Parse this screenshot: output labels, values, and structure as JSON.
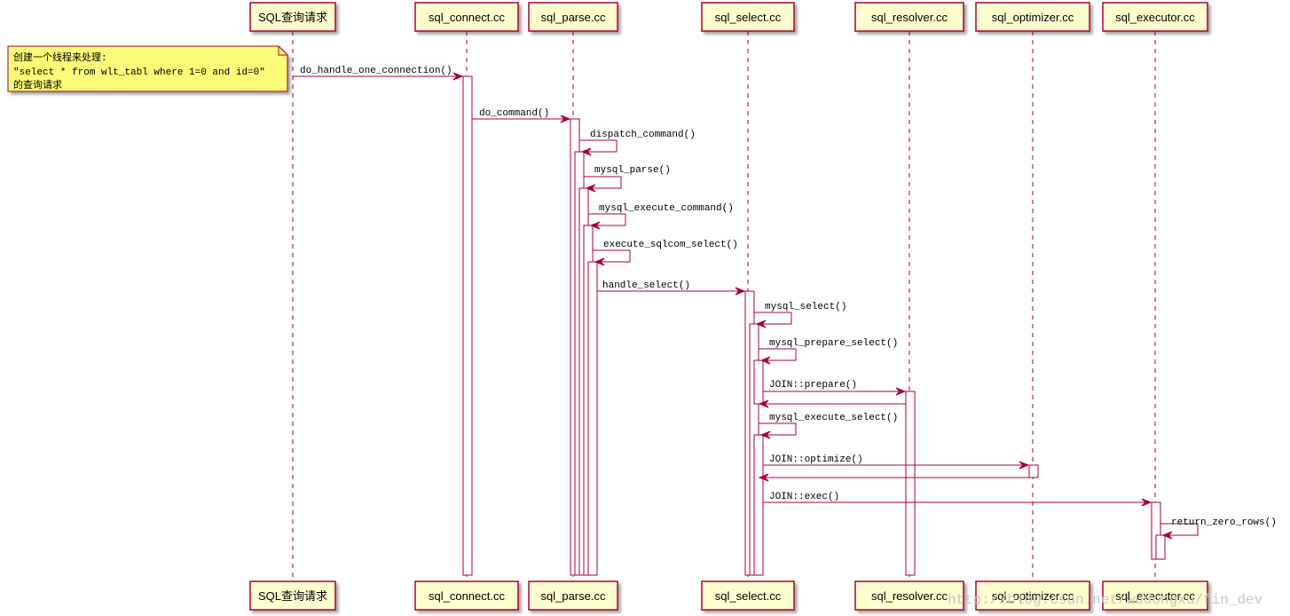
{
  "participants": [
    {
      "id": "req",
      "label": "SQL查询请求"
    },
    {
      "id": "conn",
      "label": "sql_connect.cc"
    },
    {
      "id": "pars",
      "label": "sql_parse.cc"
    },
    {
      "id": "sel",
      "label": "sql_select.cc"
    },
    {
      "id": "res",
      "label": "sql_resolver.cc"
    },
    {
      "id": "opt",
      "label": "sql_optimizer.cc"
    },
    {
      "id": "exe",
      "label": "sql_executor.cc"
    }
  ],
  "note": {
    "lines": [
      "创建一个线程来处理:",
      "\"select * from wlt_tabl where 1=0 and id=0\"",
      "的查询请求"
    ]
  },
  "messages": [
    {
      "label": "do_handle_one_connection()"
    },
    {
      "label": "do_command()"
    },
    {
      "label": "dispatch_command()"
    },
    {
      "label": "mysql_parse()"
    },
    {
      "label": "mysql_execute_command()"
    },
    {
      "label": "execute_sqlcom_select()"
    },
    {
      "label": "handle_select()"
    },
    {
      "label": "mysql_select()"
    },
    {
      "label": "mysql_prepare_select()"
    },
    {
      "label": "JOIN::prepare()"
    },
    {
      "label": ""
    },
    {
      "label": "mysql_execute_select()"
    },
    {
      "label": "JOIN::optimize()"
    },
    {
      "label": ""
    },
    {
      "label": "JOIN::exec()"
    },
    {
      "label": "return_zero_rows()"
    }
  ],
  "watermark": "http://blog.csdn.net/wudongxu/fin_dev",
  "colors": {
    "participant_fill": "#FEFECE",
    "participant_border": "#A80036",
    "arrow": "#A80036",
    "note_fill": "#FBFB77",
    "note_border": "#A80036",
    "activation_fill": "#FFFFFF"
  }
}
